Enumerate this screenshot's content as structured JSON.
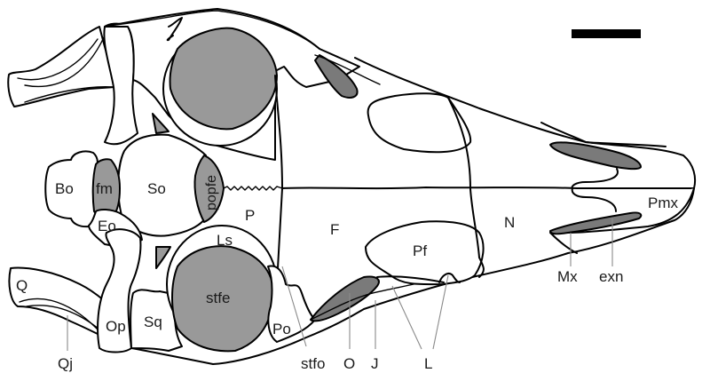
{
  "figure": {
    "type": "anatomical-diagram",
    "subject": "skull, dorsal view (outline drawing)",
    "colors": {
      "background": "#ffffff",
      "outline": "#000000",
      "fenestra_fill": "#999999",
      "orbit_fill_dark": "#7a7a7a",
      "leader_line": "#8a8a8a",
      "scale_bar": "#000000"
    },
    "scale_bar": {
      "label": ""
    },
    "labels": {
      "Bo": "Bo",
      "fm": "fm",
      "So": "So",
      "popfe": "popfe",
      "P": "P",
      "F": "F",
      "N": "N",
      "Pmx": "Pmx",
      "Eo": "Eo",
      "Ls": "Ls",
      "Pf": "Pf",
      "Q": "Q",
      "stfe": "stfe",
      "Op": "Op",
      "Sq": "Sq",
      "Po": "Po",
      "Qj": "Qj",
      "stfo": "stfo",
      "O": "O",
      "J": "J",
      "L": "L",
      "Mx": "Mx",
      "exn": "exn"
    }
  }
}
